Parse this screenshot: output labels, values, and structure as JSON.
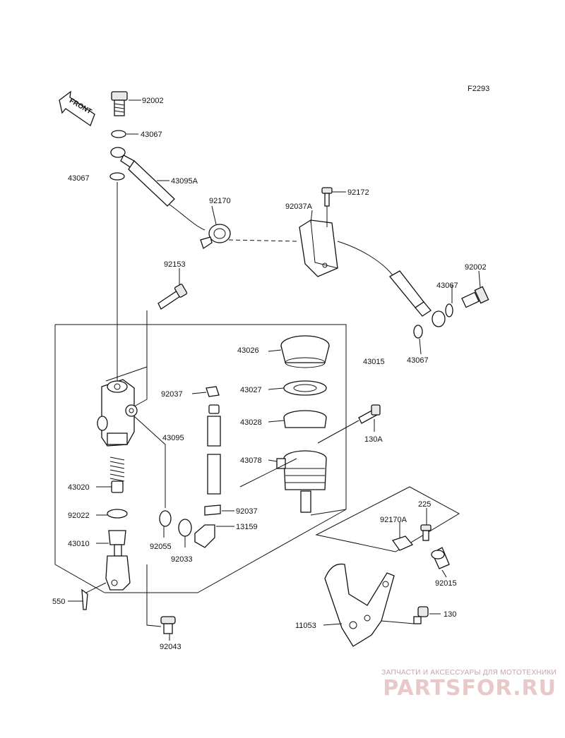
{
  "figure_code": "F2293",
  "front_label": "FRONT",
  "parts": {
    "p92002_top": "92002",
    "p43067_top": "43067",
    "p43067_left": "43067",
    "p43095A": "43095A",
    "p92170": "92170",
    "p92037A": "92037A",
    "p92172": "92172",
    "p92002_right": "92002",
    "p43067_right_a": "43067",
    "p43067_right_b": "43067",
    "p92153": "92153",
    "p43026": "43026",
    "p43015": "43015",
    "p92037_a": "92037",
    "p43027": "43027",
    "p43028": "43028",
    "p130A": "130A",
    "p43095": "43095",
    "p43078": "43078",
    "p43020": "43020",
    "p92037_b": "92037",
    "p92022": "92022",
    "p13159": "13159",
    "p43010": "43010",
    "p92055": "92055",
    "p92033": "92033",
    "p225": "225",
    "p92170A": "92170A",
    "p92015": "92015",
    "p550": "550",
    "p130": "130",
    "p11053": "11053",
    "p92043": "92043"
  },
  "watermark": {
    "tagline": "ЗАПЧАСТИ И АКСЕССУАРЫ ДЛЯ МОТОТЕХНИКИ",
    "logo": "PARTSFOR.RU"
  },
  "colors": {
    "line": "#111111",
    "watermark": "#e8c8c8"
  }
}
